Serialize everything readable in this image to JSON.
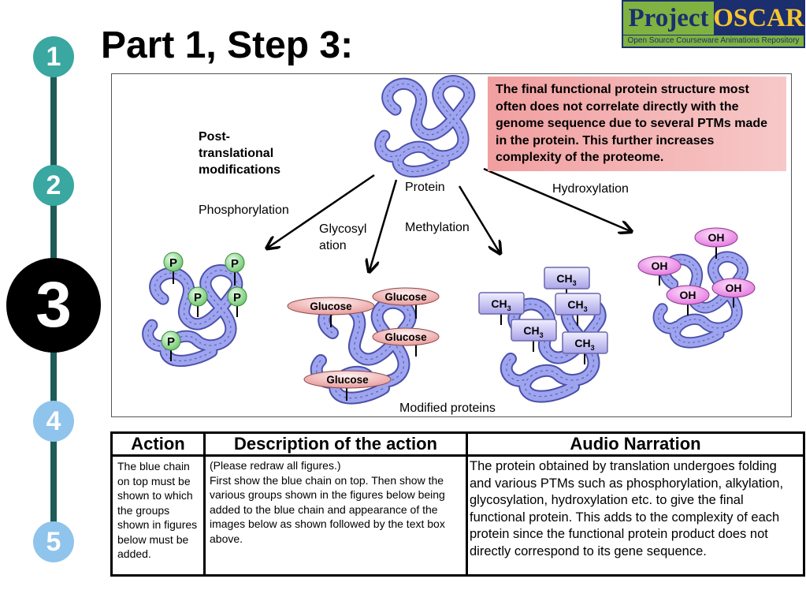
{
  "title": "Part 1, Step 3:",
  "logo": {
    "part1": "Project",
    "part2": "OSCAR",
    "tagline": "Open Source Courseware Animations Repository"
  },
  "steps": [
    {
      "label": "1",
      "color": "#3aa7a1"
    },
    {
      "label": "2",
      "color": "#3aa7a1"
    },
    {
      "label": "3",
      "color": "#000000"
    },
    {
      "label": "4",
      "color": "#8fc4ec"
    },
    {
      "label": "5",
      "color": "#8fc4ec"
    }
  ],
  "diagram": {
    "callout": "The final functional protein structure most often does not correlate directly with the genome sequence due to several PTMs made in the protein. This further increases complexity of the proteome.",
    "ptm_heading": "Post-\ntranslational\nmodifications",
    "protein": "Protein",
    "phosphorylation": "Phosphorylation",
    "glycosylation": "Glycosyl\nation",
    "methylation": "Methylation",
    "hydroxylation": "Hydroxylation",
    "modified": "Modified proteins",
    "phospho_tag": "P",
    "glucose_tag": "Glucose",
    "methyl_tag": "CH",
    "methyl_sub": "3",
    "hydroxyl_tag": "OH",
    "colors": {
      "chain": "#9ea4ee",
      "chain_dark": "#4a4fa8",
      "phospho": "#9fe29f",
      "glucose": "#f4b8b8",
      "methyl": "#c6c3f2",
      "hydroxyl": "#f39af0"
    }
  },
  "table": {
    "headers": [
      "Action",
      "Description of the action",
      "Audio Narration"
    ],
    "action": "The blue chain on top must be shown to which the groups shown in figures below must be added.",
    "description": "(Please redraw all figures.)\nFirst show the blue chain on top. Then show the various groups shown in the figures below being added to the blue chain and appearance of the images below as shown followed by the text box above.",
    "narration": "The protein obtained by translation  undergoes folding and various PTMs such as phosphorylation, alkylation, glycosylation, hydroxylation etc. to give the final functional protein. This adds to the complexity of each protein since the functional protein product does not directly correspond to its gene sequence."
  }
}
